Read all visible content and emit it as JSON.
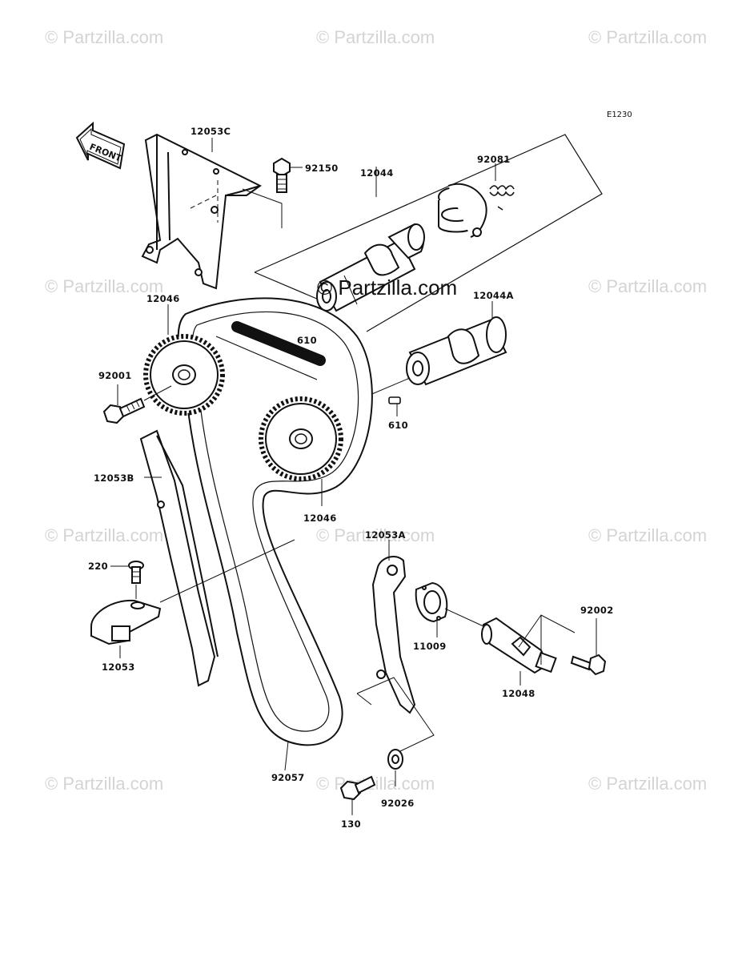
{
  "watermark": {
    "text": "© Partzilla.com",
    "center_text": "© Partzilla.com"
  },
  "diagram_code": "E1230",
  "front_label": "FRONT",
  "parts": {
    "p12053C": "12053C",
    "p92150": "92150",
    "p12044": "12044",
    "p92081": "92081",
    "p12046_top": "12046",
    "p12044A": "12044A",
    "p610_top": "610",
    "p92001": "92001",
    "p610_bottom": "610",
    "p12053B": "12053B",
    "p12046_bottom": "12046",
    "p12053A": "12053A",
    "p220": "220",
    "p11009": "11009",
    "p92002": "92002",
    "p12053": "12053",
    "p12048": "12048",
    "p92057": "92057",
    "p92026": "92026",
    "p130": "130"
  }
}
